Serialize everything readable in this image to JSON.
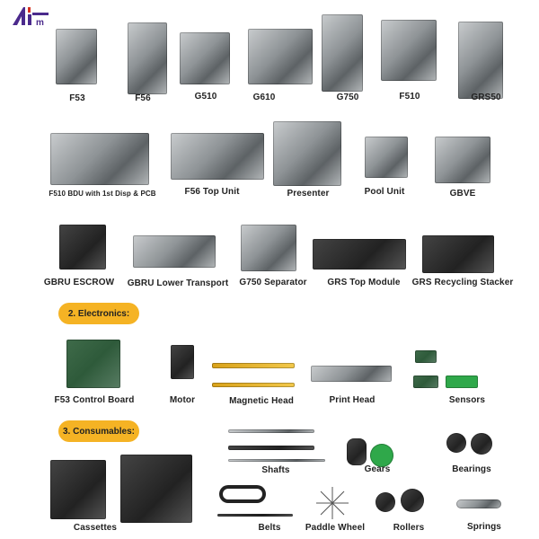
{
  "logo": {
    "text": "ATm",
    "color": "#4b2a8c",
    "accent": "#d6301f"
  },
  "modules": [
    {
      "label": "F53"
    },
    {
      "label": "F56"
    },
    {
      "label": "G510"
    },
    {
      "label": "G610"
    },
    {
      "label": "G750"
    },
    {
      "label": "F510"
    },
    {
      "label": "GRS50"
    },
    {
      "label": "F510 BDU with 1st Disp & PCB"
    },
    {
      "label": "F56 Top Unit"
    },
    {
      "label": "Presenter"
    },
    {
      "label": "Pool Unit"
    },
    {
      "label": "GBVE"
    },
    {
      "label": "GBRU ESCROW"
    },
    {
      "label": "GBRU Lower Transport"
    },
    {
      "label": "G750 Separator"
    },
    {
      "label": "GRS Top Module"
    },
    {
      "label": "GRS Recycling Stacker"
    }
  ],
  "electronics": {
    "heading": "2. Electronics:",
    "items": [
      {
        "label": "F53 Control Board"
      },
      {
        "label": "Motor"
      },
      {
        "label": "Magnetic Head"
      },
      {
        "label": "Print Head"
      },
      {
        "label": "Sensors"
      }
    ]
  },
  "consumables": {
    "heading": "3. Consumables:",
    "items": [
      {
        "label": "Shafts"
      },
      {
        "label": "Gears"
      },
      {
        "label": "Bearings"
      },
      {
        "label": "Cassettes"
      },
      {
        "label": "Belts"
      },
      {
        "label": "Paddle Wheel"
      },
      {
        "label": "Rollers"
      },
      {
        "label": "Springs"
      }
    ]
  },
  "colors": {
    "badge": "#f5b324"
  }
}
